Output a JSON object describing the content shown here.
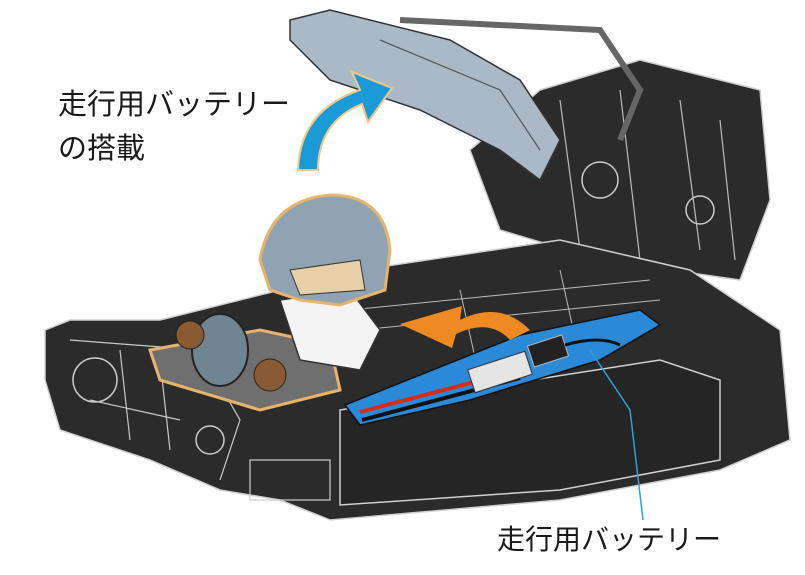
{
  "callouts": {
    "title_line1": "走行用バッテリー",
    "title_line2": "の搭載",
    "battery": "走行用バッテリー"
  },
  "colors": {
    "chassis": "#2b2b2b",
    "chassis_line": "#d0d0d0",
    "body_frame": "#a9b9c6",
    "helmet": "#8fa3b2",
    "blue_arrow": "#1a9ad6",
    "orange_arrow": "#ef8a22",
    "battery_tray": "#2a8ad8",
    "leader_line": "#29a3d9"
  }
}
